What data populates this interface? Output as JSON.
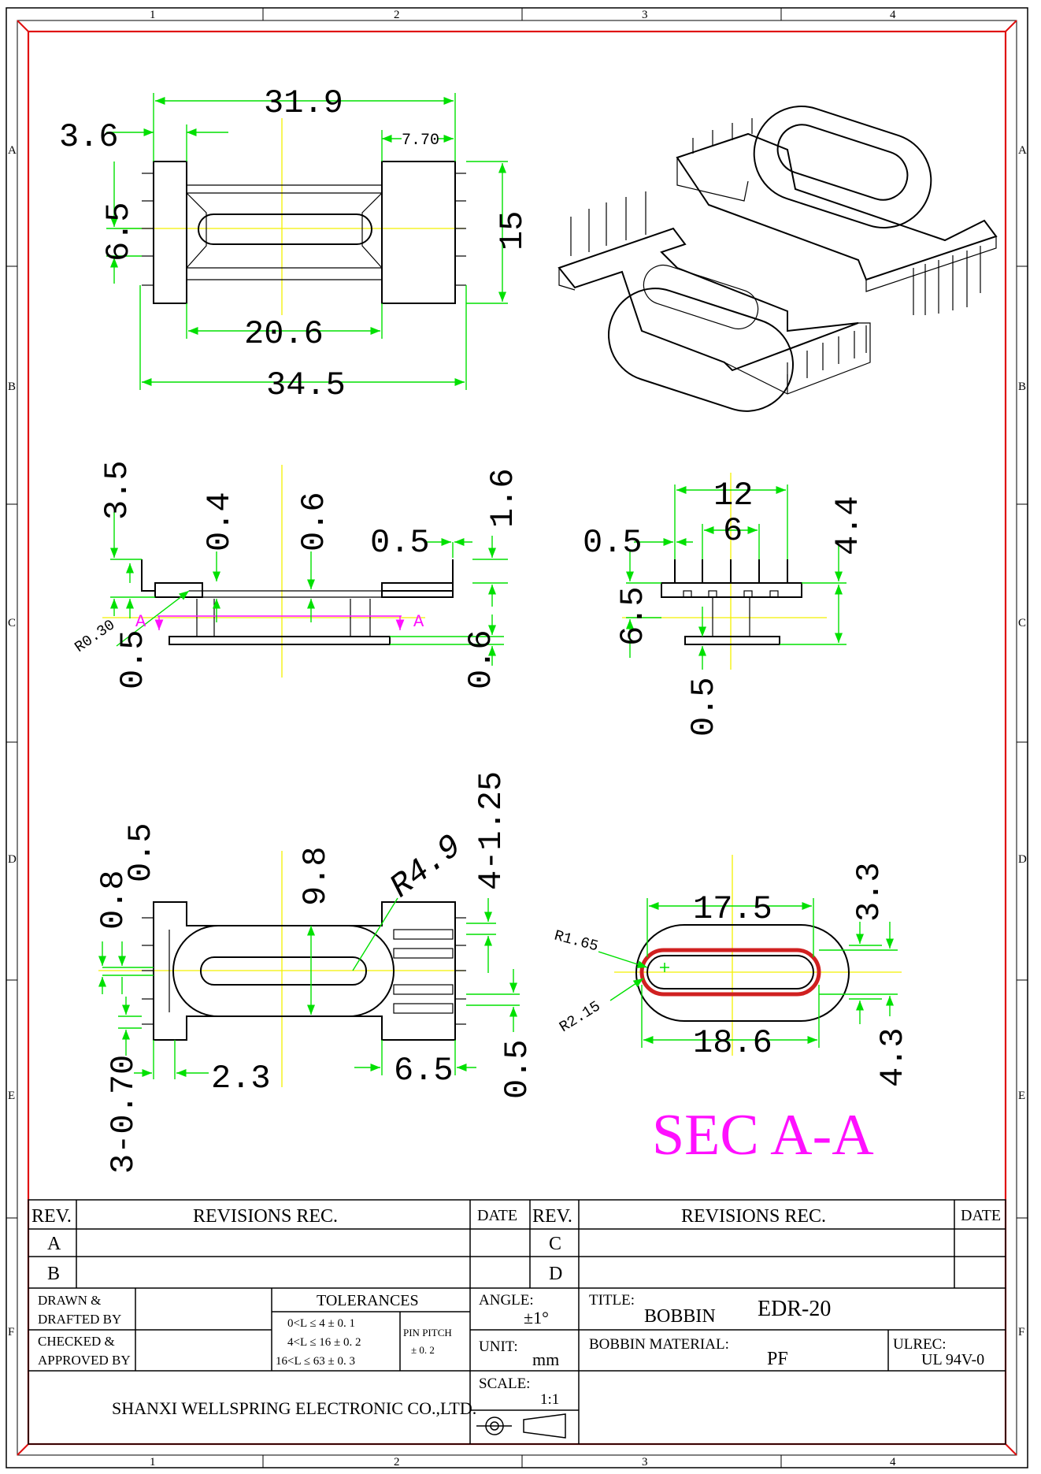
{
  "zones": {
    "columns": [
      "1",
      "2",
      "3",
      "4"
    ],
    "rows": [
      "A",
      "B",
      "C",
      "D",
      "E",
      "F"
    ]
  },
  "top_view": {
    "dim_overall_top": "31.9",
    "dim_flange": "3.6",
    "dim_right": "7.70",
    "dim_pin_pitch": "6.5",
    "dim_height": "15",
    "dim_inner": "20.6",
    "dim_total": "34.5"
  },
  "side_view": {
    "d_35": "3.5",
    "d_04": "0.4",
    "d_06a": "0.6",
    "d_05a": "0.5",
    "d_16": "1.6",
    "d_r030": "R0.30",
    "d_05b": "0.5",
    "d_06b": "0.6",
    "sec_left": "A",
    "sec_right": "A"
  },
  "end_view": {
    "d_12": "12",
    "d_6": "6",
    "d_05a": "0.5",
    "d_44": "4.4",
    "d_65": "6.5",
    "d_05b": "0.5"
  },
  "bottom_view": {
    "d_08": "0.8",
    "d_05a": "0.5",
    "d_98": "9.8",
    "d_r49": "R4.9",
    "d_4125": "4-1.25",
    "d_070": "3-0.70",
    "d_23": "2.3",
    "d_65": "6.5",
    "d_05b": "0.5"
  },
  "section_view": {
    "d_175": "17.5",
    "d_186": "18.6",
    "d_33": "3.3",
    "d_43": "4.3",
    "d_r165": "R1.65",
    "d_r215": "R2.15",
    "label": "SEC  A-A"
  },
  "title_block": {
    "rev_h1": "REV.",
    "rec_h1": "REVISIONS REC.",
    "date_h1": "DATE",
    "rev_h2": "REV.",
    "rec_h2": "REVISIONS REC.",
    "date_h2": "DATE",
    "rev_a": "A",
    "rev_b": "B",
    "rev_c": "C",
    "rev_d": "D",
    "drawn_1": "DRAWN  &",
    "drawn_2": "DRAFTED BY",
    "checked_1": "CHECKED  &",
    "checked_2": "APPROVED BY",
    "tolerances": "TOLERANCES",
    "tol_1": "0<L ≤ 4   ± 0. 1",
    "tol_2": "4<L ≤ 16 ± 0. 2",
    "tol_3": "16<L ≤ 63 ± 0. 3",
    "pin_pitch": "PIN PITCH",
    "pin_pitch_tol": "± 0. 2",
    "angle_label": "ANGLE:",
    "angle_value": "±1°",
    "unit_label": "UNIT:",
    "unit_value": "mm",
    "scale_label": "SCALE:",
    "scale_value": "1:1",
    "title_label": "TITLE:",
    "title_value": "BOBBIN",
    "part_no": "EDR-20",
    "material_label": "BOBBIN MATERIAL:",
    "material_value": "PF",
    "ulrec_label": "ULREC:",
    "ulrec_value": "UL 94V-0",
    "company": "SHANXI WELLSPRING ELECTRONIC CO.,LTD."
  },
  "colors": {
    "frame_red": "#e01010",
    "dimension_green": "#00e000",
    "centerline_yellow": "#f4f000",
    "section_magenta": "#ff10ff"
  }
}
